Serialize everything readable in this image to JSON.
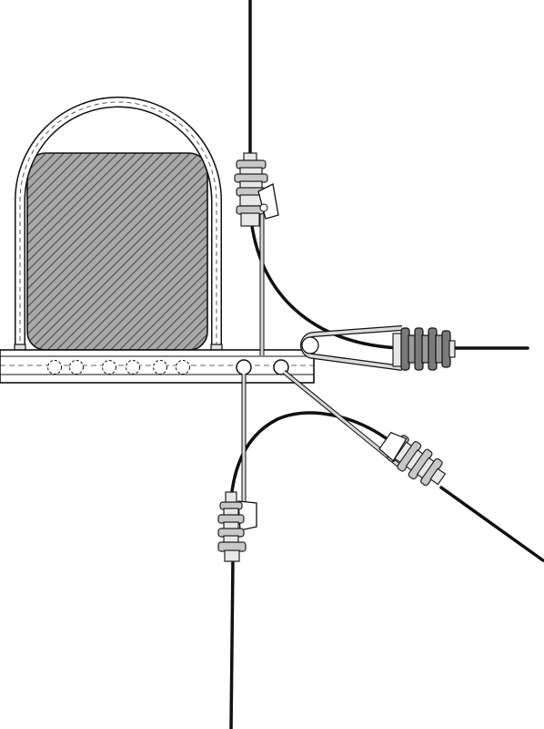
{
  "colors": {
    "background": "#ffffff",
    "line": "#111111",
    "hatch_fill": "#9a9a9a",
    "metal": "#c8c8c8",
    "metal_light": "#e8e8e8",
    "insulator_dark": "#6e6e6e"
  },
  "components": {
    "pole": "pole-cross-section-hatched",
    "u_bolt": "u-bolt-clamp",
    "bracket": "perforated-mounting-bracket",
    "insulators": [
      "top-insulator",
      "right-insulator",
      "lower-right-insulator",
      "bottom-insulator"
    ],
    "cables": [
      "top-cable",
      "right-cable",
      "lower-right-cable",
      "bottom-cable"
    ]
  },
  "bracket": {
    "hole_count": 8
  }
}
